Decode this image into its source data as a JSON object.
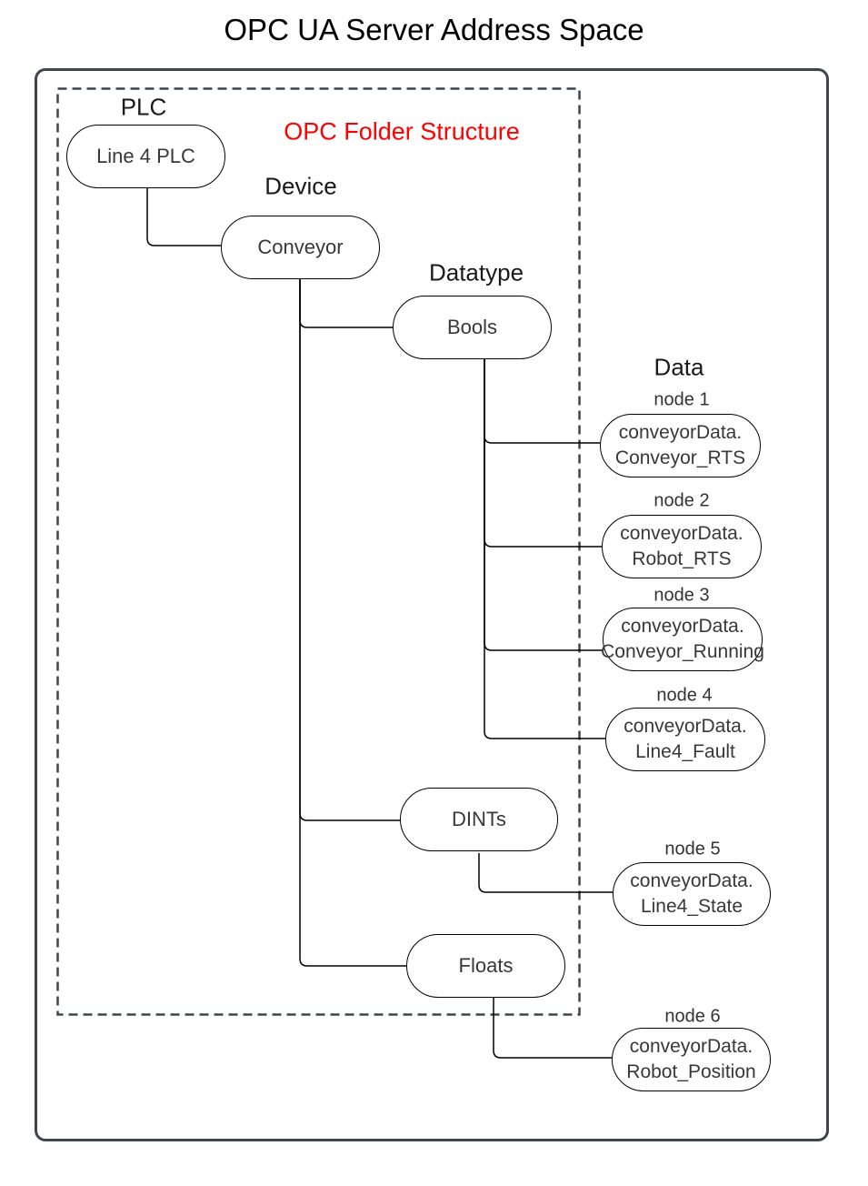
{
  "title": "OPC UA Server Address Space",
  "labels": {
    "plc": "PLC",
    "device": "Device",
    "datatype": "Datatype",
    "data": "Data",
    "overlay": "OPC Folder Structure"
  },
  "folders": {
    "plc_node": "Line 4 PLC",
    "device_node": "Conveyor",
    "bools_node": "Bools",
    "dints_node": "DINTs",
    "floats_node": "Floats"
  },
  "nodes": [
    {
      "caption": "node 1",
      "line1": "conveyorData.",
      "line2": "Conveyor_RTS"
    },
    {
      "caption": "node 2",
      "line1": "conveyorData.",
      "line2": "Robot_RTS"
    },
    {
      "caption": "node 3",
      "line1": "conveyorData.",
      "line2": "Conveyor_Running"
    },
    {
      "caption": "node 4",
      "line1": "conveyorData.",
      "line2": "Line4_Fault"
    },
    {
      "caption": "node 5",
      "line1": "conveyorData.",
      "line2": "Line4_State"
    },
    {
      "caption": "node 6",
      "line1": "conveyorData.",
      "line2": "Robot_Position"
    }
  ],
  "colors": {
    "accent_red": "#ff0000",
    "frame_border": "#3e454e",
    "node_stroke": "#000000"
  }
}
